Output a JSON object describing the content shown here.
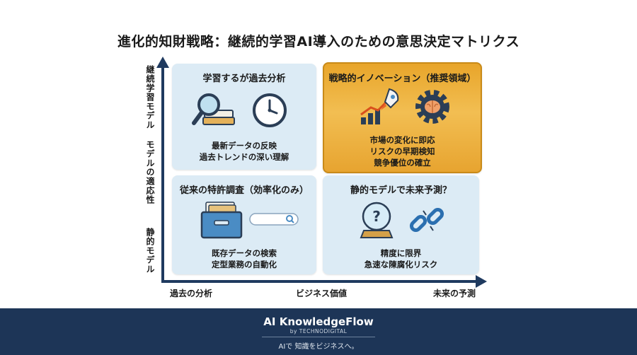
{
  "title": "進化的知財戦略：継続的学習AI導入のための意思決定マトリクス",
  "axes": {
    "y_top": "継続学習モデル",
    "y_mid": "モデルの適応性",
    "y_bottom": "静的モデル",
    "x_left": "過去の分析",
    "x_mid": "ビジネス価値",
    "x_right": "未来の予測"
  },
  "quadrants": {
    "top_left": {
      "title": "学習するが過去分析",
      "lines": [
        "最新データの反映",
        "過去トレンドの深い理解"
      ]
    },
    "top_right": {
      "title": "戦略的イノベーション（推奨領域）",
      "lines": [
        "市場の変化に即応",
        "リスクの早期検知",
        "競争優位の確立"
      ]
    },
    "bottom_left": {
      "title": "従来の特許調査（効率化のみ）",
      "lines": [
        "既存データの検索",
        "定型業務の自動化"
      ]
    },
    "bottom_right": {
      "title": "静的モデルで未来予測？",
      "lines": [
        "精度に限界",
        "急速な陳腐化リスク"
      ]
    }
  },
  "footer": {
    "brand": "AI KnowledgeFlow",
    "brand_sub": "by TECHNODIGITAL",
    "tagline": "AIで 知識をビジネスへ。"
  },
  "colors": {
    "axis": "#1f3a5f",
    "quad_bg": "#dcebf5",
    "highlight": "#f0b23d",
    "footer_bg": "#1d3557"
  },
  "icons": {
    "top_left": [
      "magnifier-book-icon",
      "clock-icon"
    ],
    "top_right": [
      "rocket-growth-icon",
      "brain-gear-icon"
    ],
    "bottom_left": [
      "file-drawer-icon",
      "search-bar-icon"
    ],
    "bottom_right": [
      "crystal-ball-icon",
      "broken-chain-icon"
    ]
  }
}
